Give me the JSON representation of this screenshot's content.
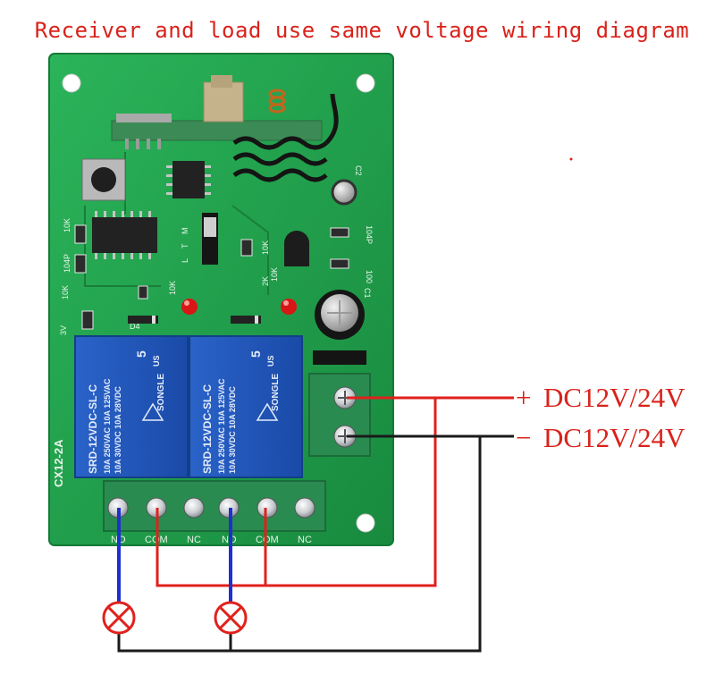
{
  "title": "Receiver and load use same voltage wiring diagram",
  "board": {
    "model": "CX12-2A",
    "resistor_labels": [
      "10K",
      "104P",
      "10K",
      "10K",
      "10K",
      "10K",
      "2K",
      "100"
    ],
    "capacitor_labels": [
      "C2",
      "104P",
      "C1"
    ],
    "jumper_labels": [
      "M",
      "T",
      "L"
    ],
    "diode_label": "D4",
    "test_label": "3V",
    "terminal_labels": [
      "NO",
      "COM",
      "NC",
      "NO",
      "COM",
      "NC"
    ]
  },
  "relay": {
    "brand": "SONGLE",
    "model": "SRD-12VDC-SL-C",
    "rating_ac": "10A 250VAC  10A 125VAC",
    "rating_dc": "10A 30VDC  10A 28VDC",
    "pins": "5",
    "cert": "US"
  },
  "supply": {
    "positive_label": "DC12V/24V",
    "negative_label": "DC12V/24V",
    "positive_sign": "+",
    "negative_sign": "−"
  },
  "colors": {
    "title": "#d9221b",
    "positive_wire": "#e0211c",
    "negative_wire": "#1a1a1a",
    "load_wire": "#1f2fd0",
    "board": "#1f9e4a",
    "relay": "#1f55b8",
    "terminal": "#2a8b50"
  },
  "icons": {
    "lamp": "lamp-icon",
    "screw": "screw-icon"
  }
}
